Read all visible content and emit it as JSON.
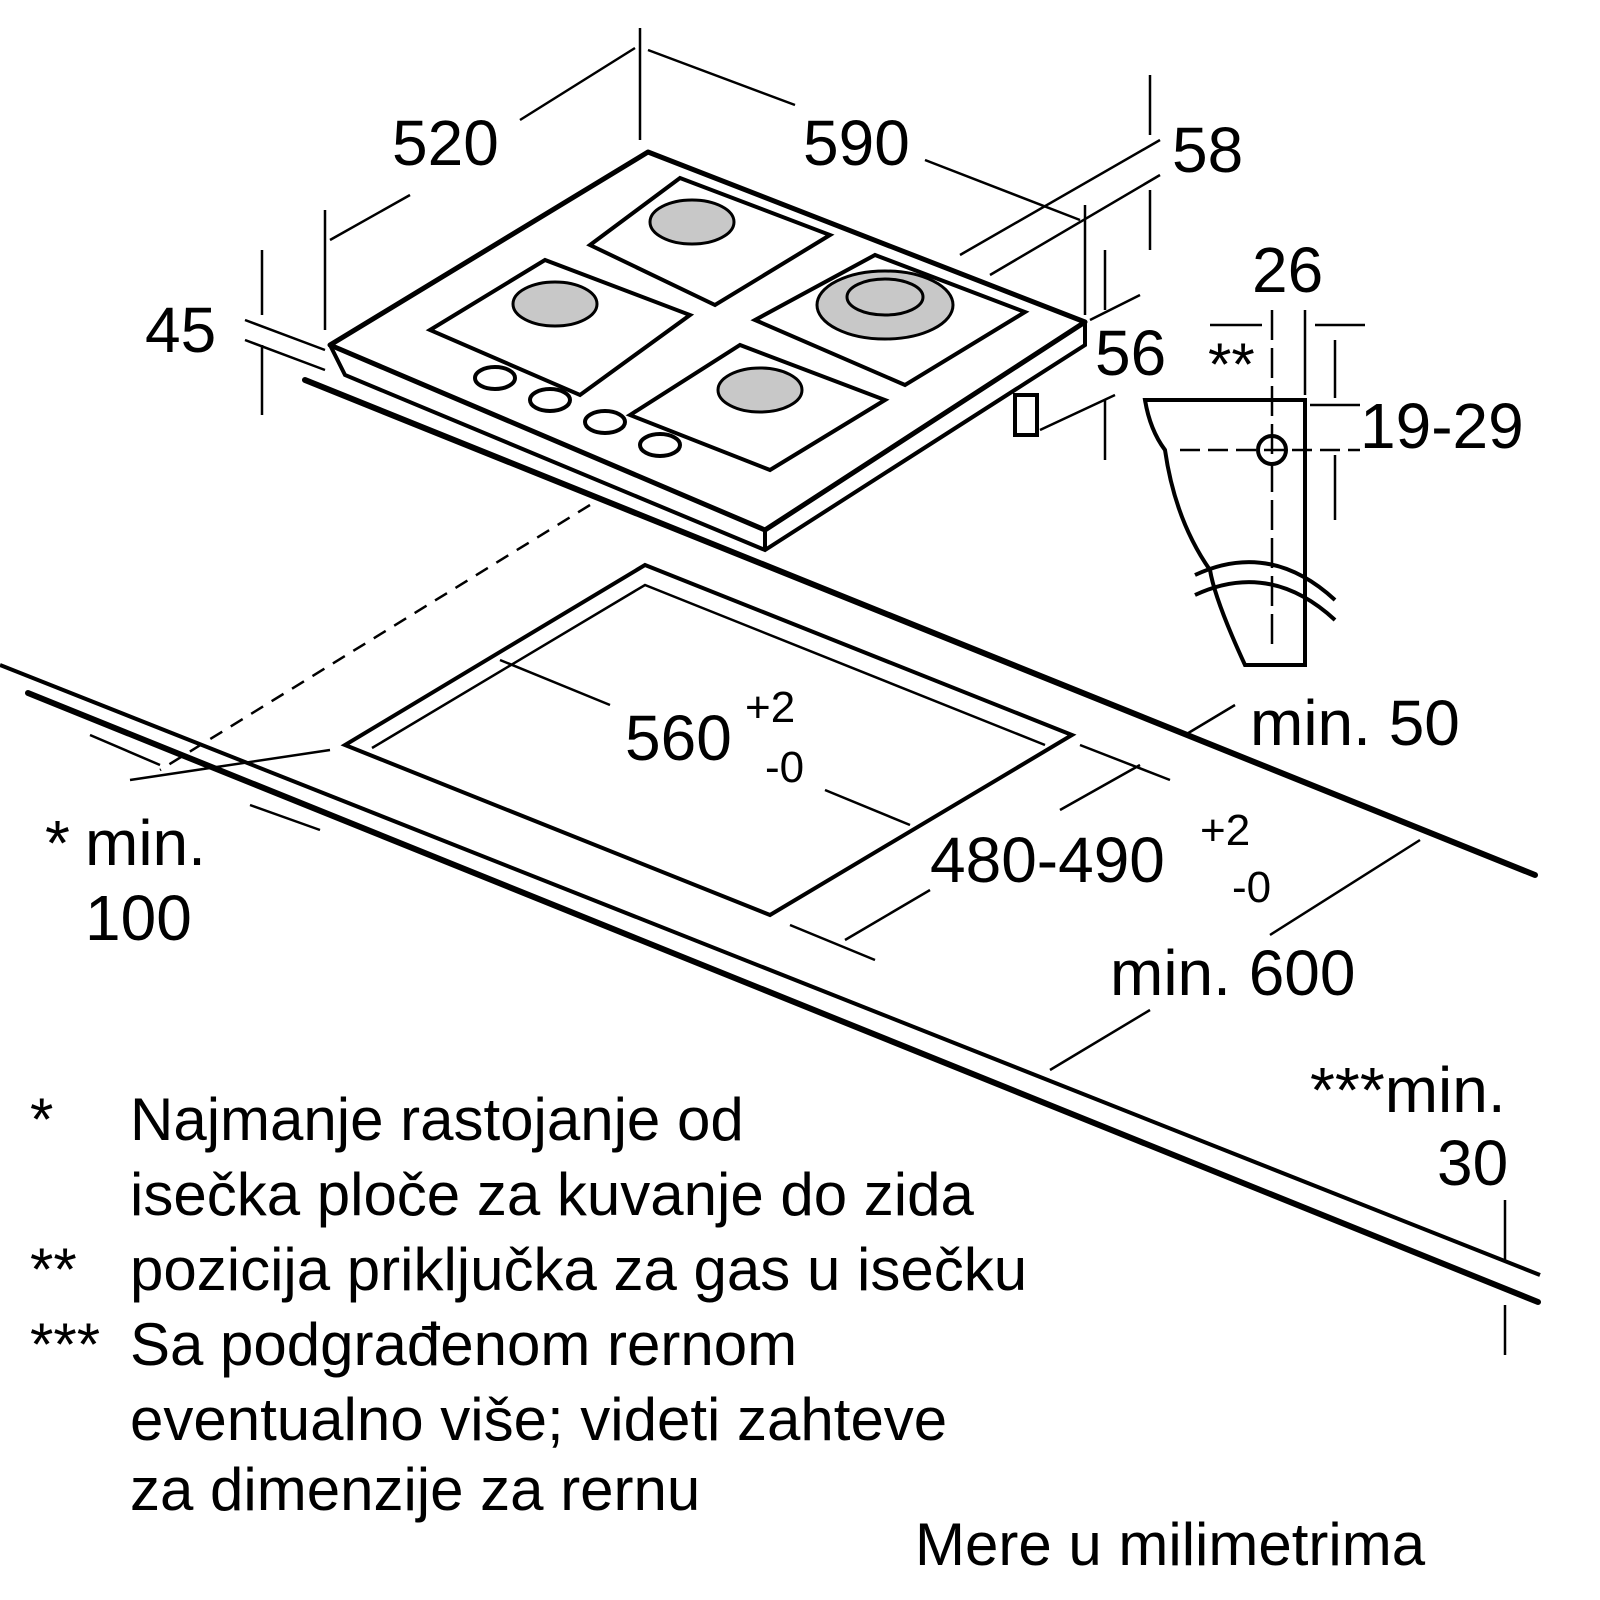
{
  "dimensions": {
    "depth_hob": "520",
    "width_hob": "590",
    "height_top": "58",
    "height_left": "45",
    "height_right": "56",
    "gas_offset": "26",
    "gas_marker": "**",
    "gas_height": "19-29",
    "wall_back": "min. 50",
    "cutout_width": "560",
    "cutout_width_tol_plus": "+2",
    "cutout_width_tol_minus": "-0",
    "cutout_depth": "480-490",
    "cutout_depth_tol_plus": "+2",
    "cutout_depth_tol_minus": "-0",
    "side_min_marker": "*",
    "side_min_label": "min.",
    "side_min_value": "100",
    "worktop_depth": "min. 600",
    "worktop_thickness_label": "***min.",
    "worktop_thickness_value": "30"
  },
  "footnotes": [
    {
      "marker": "*",
      "lines": [
        "Najmanje rastojanje od",
        "isečka ploče za kuvanje do zida"
      ]
    },
    {
      "marker": "**",
      "lines": [
        "pozicija priključka za gas u isečku"
      ]
    },
    {
      "marker": "***",
      "lines": [
        "Sa podgrađenom rernom",
        "eventualno više; videti zahteve",
        "za dimenzije za rernu"
      ]
    }
  ],
  "units_note": "Mere u milimetrima"
}
